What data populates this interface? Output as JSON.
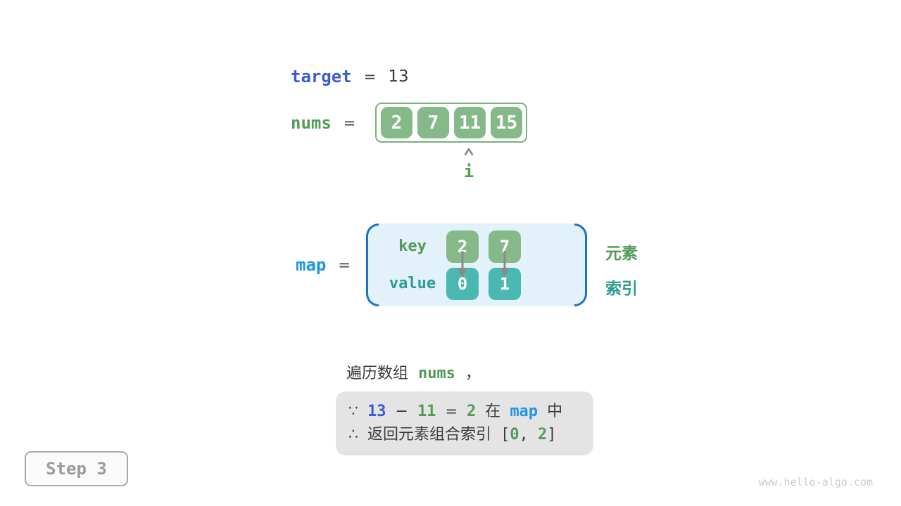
{
  "target": {
    "name": "target",
    "eq": "=",
    "value": "13"
  },
  "nums": {
    "name": "nums",
    "eq": "=",
    "values": [
      "2",
      "7",
      "11",
      "15"
    ],
    "pointer_label": "i",
    "pointer_index": 2
  },
  "map": {
    "name": "map",
    "eq": "=",
    "key_label": "key",
    "value_label": "value",
    "keys": [
      "2",
      "7"
    ],
    "values": [
      "0",
      "1"
    ],
    "key_legend": "元素",
    "value_legend": "索引"
  },
  "caption": {
    "text": "遍历数组",
    "code": "nums",
    "comma": "，"
  },
  "conclusion": {
    "line1": {
      "because": "∵",
      "minuend": "13",
      "minus": "−",
      "subtrahend": "11",
      "equals": "=",
      "difference": "2",
      "in_word": "在",
      "map_word": "map",
      "end_word": "中"
    },
    "line2": {
      "therefore": "∴",
      "text": "返回元素组合索引",
      "open_bracket": "[",
      "index1": "0",
      "comma": ", ",
      "index2": "2",
      "close_bracket": "]"
    }
  },
  "step": {
    "label": "Step 3"
  },
  "watermark": "www.hello-algo.com",
  "icons": {
    "pointer_caret": "caret-up",
    "map_arrow": "arrow-down"
  },
  "colors": {
    "royal_blue": "#3a5dd4",
    "azure_blue": "#2095e3",
    "green_text": "#529b58",
    "green_fill": "#85ba88",
    "green_border": "#76b37a",
    "teal_text": "#2b9c92",
    "teal_fill": "#4ab8b0",
    "dark_text": "#3c3c3c",
    "arrow_gray": "#8a8a8a",
    "panel_gray": "#e4e4e4",
    "map_background": "#e3f1fb",
    "map_border_blue": "#1a73c2"
  }
}
